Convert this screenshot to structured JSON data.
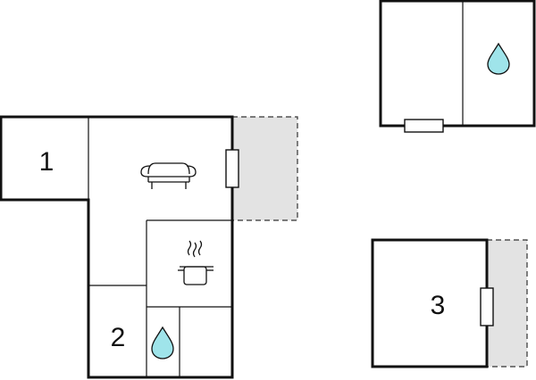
{
  "floor_plan": {
    "rooms": [
      {
        "label": "1"
      },
      {
        "label": "2"
      },
      {
        "label": "3"
      }
    ],
    "icons": {
      "living": "sofa-icon",
      "kitchen": "cooking-pot-icon",
      "bathroom": "water-drop-icon"
    },
    "colors": {
      "wall": "#111111",
      "terrace": "#e3e3e3",
      "water": "#9fe4ea"
    }
  }
}
